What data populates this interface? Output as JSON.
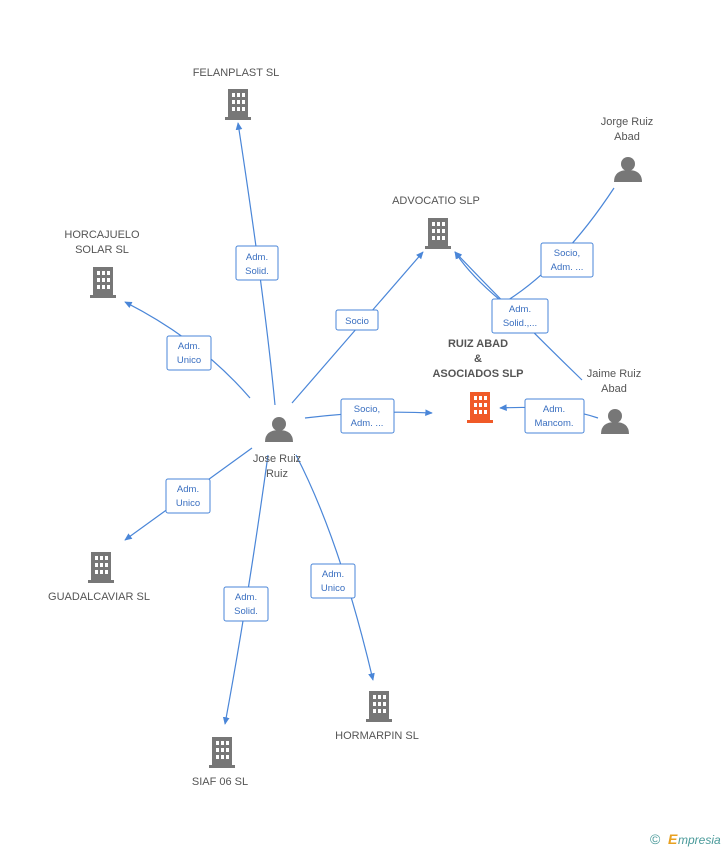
{
  "nodes": {
    "felanplast": {
      "label": [
        "FELANPLAST SL"
      ],
      "kind": "company"
    },
    "horcajuelo": {
      "label": [
        "HORCAJUELO",
        "SOLAR SL"
      ],
      "kind": "company"
    },
    "advocatio": {
      "label": [
        "ADVOCATIO SLP"
      ],
      "kind": "company"
    },
    "jorge": {
      "label": [
        "Jorge Ruiz",
        "Abad"
      ],
      "kind": "person"
    },
    "ruiz_abad": {
      "label": [
        "RUIZ ABAD",
        "&",
        "ASOCIADOS SLP"
      ],
      "kind": "company-main"
    },
    "jaime": {
      "label": [
        "Jaime Ruiz",
        "Abad"
      ],
      "kind": "person"
    },
    "jose": {
      "label": [
        "Jose Ruiz",
        "Ruiz"
      ],
      "kind": "person"
    },
    "guadalcaviar": {
      "label": [
        "GUADALCAVIAR SL"
      ],
      "kind": "company"
    },
    "hormarpin": {
      "label": [
        "HORMARPIN SL"
      ],
      "kind": "company"
    },
    "siaf": {
      "label": [
        "SIAF 06 SL"
      ],
      "kind": "company"
    }
  },
  "edges": {
    "jose_felanplast": [
      "Adm.",
      "Solid."
    ],
    "jose_horcajuelo": [
      "Adm.",
      "Unico"
    ],
    "jose_advocatio": [
      "Socio"
    ],
    "jose_ruiz_abad": [
      "Socio,",
      "Adm. ..."
    ],
    "jose_guadalcaviar": [
      "Adm.",
      "Unico"
    ],
    "jose_siaf": [
      "Adm.",
      "Solid."
    ],
    "jose_hormarpin": [
      "Adm.",
      "Unico"
    ],
    "jorge_advocatio": [
      "Socio,",
      "Adm. ..."
    ],
    "jaime_advocatio": [
      "Adm.",
      "Solid.,..."
    ],
    "jaime_ruiz_abad": [
      "Adm.",
      "Mancom."
    ]
  },
  "colors": {
    "edge": "#4a86d8",
    "company_icon": "#777777",
    "main_company_icon": "#f05a28",
    "person_icon": "#777777"
  },
  "watermark": {
    "symbol": "©",
    "brand_initial": "E",
    "brand_rest": "mpresia"
  }
}
